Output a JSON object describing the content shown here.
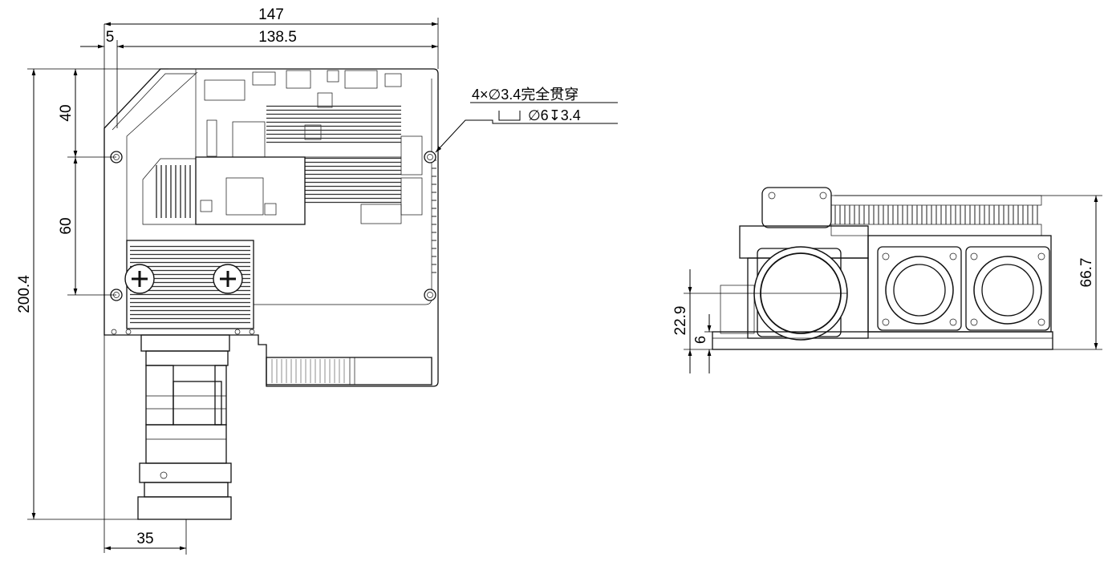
{
  "front_view": {
    "dim_overall_width": "147",
    "dim_board_width": "138.5",
    "dim_left_offset": "5",
    "dim_top_hole": "40",
    "dim_hole_spacing": "60",
    "dim_overall_height": "200.4",
    "dim_lens_width": "35"
  },
  "callout": {
    "line1": "4×∅3.4完全贯穿",
    "line2": "∅6↧3.4"
  },
  "side_view": {
    "dim_height": "66.7",
    "dim_lens_center": "22.9",
    "dim_base": "6"
  }
}
